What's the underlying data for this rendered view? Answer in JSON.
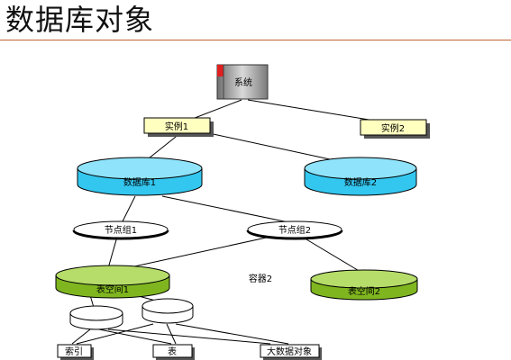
{
  "page": {
    "title": "数据库对象"
  },
  "diagram": {
    "system": {
      "label": "系统"
    },
    "instances": [
      {
        "label": "实例1"
      },
      {
        "label": "实例2"
      }
    ],
    "databases": [
      {
        "label": "数据库1"
      },
      {
        "label": "数据库2"
      }
    ],
    "node_groups": [
      {
        "label": "节点组1"
      },
      {
        "label": "节点组2"
      }
    ],
    "container_label": "容器2",
    "tablespaces": [
      {
        "label": "表空间1"
      },
      {
        "label": "表空间2"
      }
    ],
    "objects": [
      {
        "label": "索引"
      },
      {
        "label": "表"
      },
      {
        "label": "大数据对象"
      }
    ],
    "colors": {
      "title_rule": "#c0622f",
      "instance_fill": "#ffffc0",
      "database_fill": "#33c7f0",
      "database_top": "#8fe3fa",
      "tablespace_fill": "#7fb61f",
      "tablespace_top": "#b6dd6a",
      "system_body": "#8e8e8e",
      "system_accent": "#e02020"
    }
  }
}
